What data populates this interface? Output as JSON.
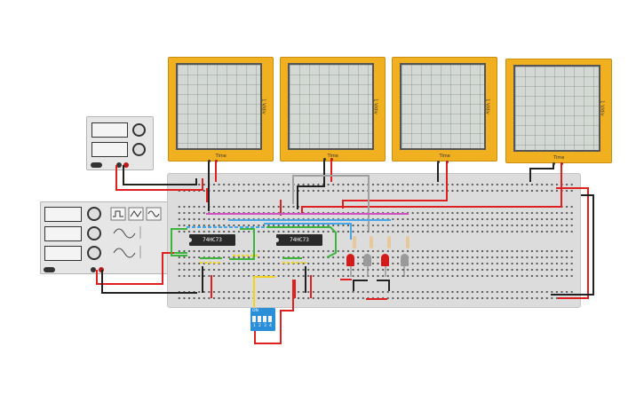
{
  "oscilloscopes": [
    {
      "y_label": "1 V/div",
      "x_label": "Time"
    },
    {
      "y_label": "1 V/div",
      "x_label": "Time"
    },
    {
      "y_label": "1 V/div",
      "x_label": "Time"
    },
    {
      "y_label": "1 V/div",
      "x_label": "Time"
    }
  ],
  "chips": [
    {
      "label": "74HC73"
    },
    {
      "label": "74HC73"
    }
  ],
  "dip_switch": {
    "title": "ON",
    "numbers": [
      "1",
      "2",
      "3",
      "4"
    ]
  },
  "colors": {
    "wire_red": "#e02020",
    "wire_black": "#222222",
    "wire_green": "#3bb53b",
    "wire_yellow": "#f2d21a",
    "wire_blue": "#46a6e8",
    "wire_magenta": "#d050c0",
    "wire_gray": "#9a9a9a",
    "scope_case": "#f0b020",
    "led_red": "#d31b1b",
    "led_gray": "#9a9a9a"
  }
}
